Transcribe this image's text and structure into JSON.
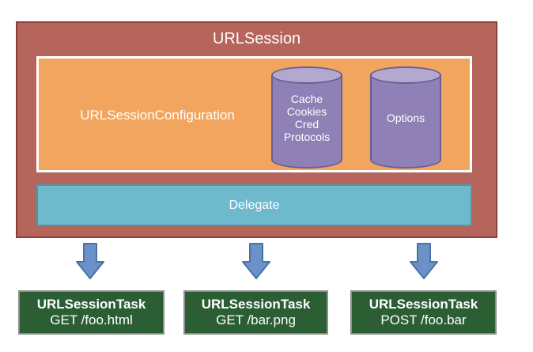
{
  "colors": {
    "canvas_bg": "#ffffff",
    "session_fill": "#b5655c",
    "session_border": "#8a4038",
    "config_fill": "#f2a55e",
    "config_border": "#ffffff",
    "cylinder_fill": "#8f80b5",
    "cylinder_top_fill": "#b3a9ce",
    "cylinder_border": "#6c5e95",
    "delegate_fill": "#6fb9cd",
    "delegate_border": "#4a98ae",
    "arrow_fill": "#6a92c9",
    "arrow_border": "#4a73a3",
    "task_fill": "#2b5f33",
    "task_border": "#8f8f8f",
    "text_color": "#ffffff"
  },
  "session": {
    "title": "URLSession"
  },
  "configuration": {
    "label": "URLSessionConfiguration"
  },
  "cylinders": [
    {
      "lines": [
        "Cache",
        "Cookies",
        "Cred",
        "Protocols"
      ]
    },
    {
      "lines": [
        "Options"
      ]
    }
  ],
  "delegate": {
    "label": "Delegate"
  },
  "tasks": [
    {
      "title": "URLSessionTask",
      "subtitle": "GET /foo.html"
    },
    {
      "title": "URLSessionTask",
      "subtitle": "GET /bar.png"
    },
    {
      "title": "URLSessionTask",
      "subtitle": "POST /foo.bar"
    }
  ]
}
